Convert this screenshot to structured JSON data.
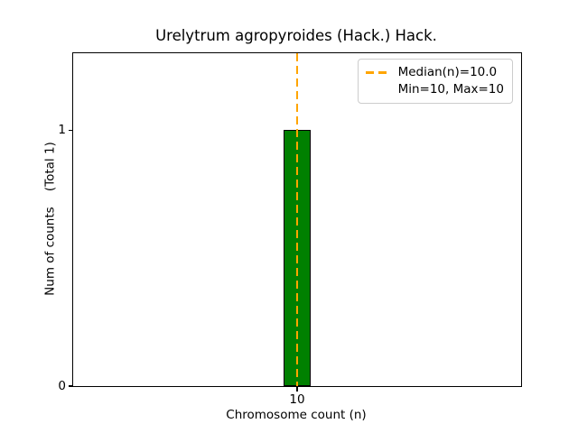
{
  "chart_data": {
    "type": "bar",
    "title": "Urelytrum agropyroides (Hack.) Hack.",
    "xlabel": "Chromosome count (n)",
    "ylabel": "Num of counts    (Total 1)",
    "categories": [
      10
    ],
    "values": [
      1
    ],
    "total_counts": 1,
    "median_n": 10.0,
    "min_n": 10,
    "max_n": 10,
    "xlim": [
      9.5,
      10.5
    ],
    "ylim": [
      0,
      1.3
    ],
    "xticks": [
      10
    ],
    "xticklabels": [
      "10"
    ],
    "yticks": [
      0,
      1
    ],
    "yticklabels": [
      "0",
      "1"
    ],
    "bar_width_units": 0.06,
    "bar_color": "#008000",
    "bar_edge_color": "#000000",
    "median_line_color": "#ffa500",
    "median_line_style": "dashed",
    "legend": {
      "entries": [
        "Median(n)=10.0",
        "Min=10, Max=10"
      ],
      "position": "upper right"
    },
    "grid": false,
    "background": "#ffffff"
  }
}
